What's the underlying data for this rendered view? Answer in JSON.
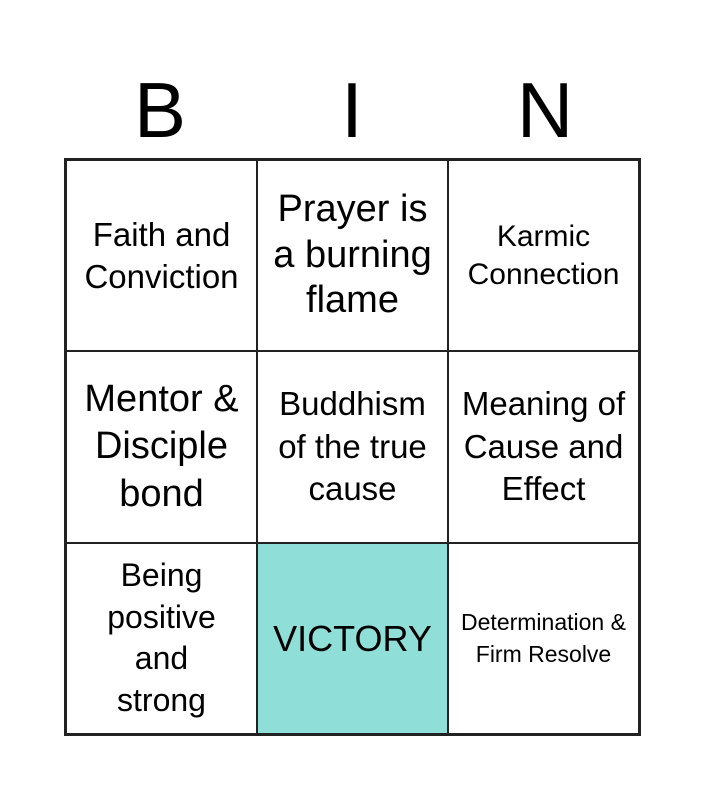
{
  "header": [
    "B",
    "I",
    "N"
  ],
  "cells": [
    "Faith and Conviction",
    "Prayer is a burning flame",
    "Karmic Connection",
    "Mentor & Disciple bond",
    "Buddhism of the true cause",
    "Meaning of Cause and Effect",
    "Being positive and strong",
    "VICTORY",
    "Determination & Firm Resolve"
  ],
  "colors": {
    "free_space": "#8fded8",
    "border": "#222222"
  }
}
